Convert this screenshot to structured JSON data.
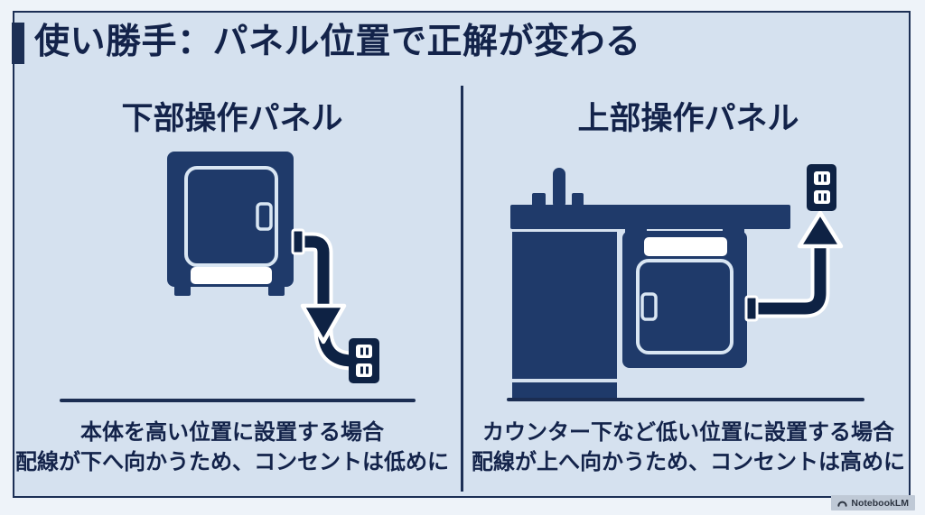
{
  "colors": {
    "bgOuter": "#eef3f9",
    "bgInner": "#d5e1ef",
    "frame": "#1c2f55",
    "navy": "#1f3a6a",
    "navyDark": "#0e2244",
    "lightLine": "#d9e6f3",
    "text": "#13234a",
    "rule": "#1b2d52",
    "wmBg": "#bfc9d6",
    "wmText": "#2e3643"
  },
  "title": {
    "text": "使い勝手：パネル位置で正解が変わる"
  },
  "panels": [
    {
      "heading": "下部操作パネル",
      "caption_line1": "本体を高い位置に設置する場合",
      "caption_line2": "配線が下へ向かうため、コンセントは低めに",
      "icons": [
        "dishwasher-icon",
        "power-cord",
        "down-arrow-icon",
        "outlet-icon"
      ]
    },
    {
      "heading": "上部操作パネル",
      "caption_line1": "カウンター下など低い位置に設置する場合",
      "caption_line2": "配線が上へ向かうため、コンセントは高めに",
      "icons": [
        "kitchen-counter-icon",
        "faucet-icon",
        "dishwasher-icon",
        "power-cord",
        "up-arrow-icon",
        "outlet-icon"
      ]
    }
  ],
  "watermark": {
    "text": "NotebookLM",
    "icon": "notebooklm-logo"
  }
}
